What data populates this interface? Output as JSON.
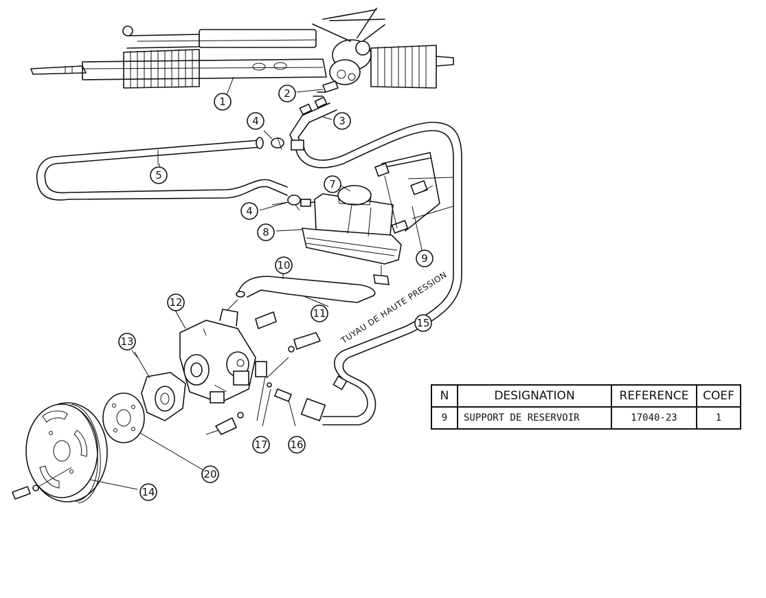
{
  "diagram": {
    "hose_label": "TUYAU DE HAUTE PRESSION",
    "callouts": [
      {
        "id": "c1",
        "label": "1"
      },
      {
        "id": "c2",
        "label": "2"
      },
      {
        "id": "c3",
        "label": "3"
      },
      {
        "id": "c4a",
        "label": "4"
      },
      {
        "id": "c4b",
        "label": "4"
      },
      {
        "id": "c5",
        "label": "5"
      },
      {
        "id": "c7",
        "label": "7"
      },
      {
        "id": "c8",
        "label": "8"
      },
      {
        "id": "c9",
        "label": "9"
      },
      {
        "id": "c10",
        "label": "10"
      },
      {
        "id": "c11",
        "label": "11"
      },
      {
        "id": "c12",
        "label": "12"
      },
      {
        "id": "c13",
        "label": "13"
      },
      {
        "id": "c14",
        "label": "14"
      },
      {
        "id": "c15",
        "label": "15"
      },
      {
        "id": "c16",
        "label": "16"
      },
      {
        "id": "c17",
        "label": "17"
      },
      {
        "id": "c20",
        "label": "20"
      }
    ]
  },
  "table": {
    "headers": {
      "n": "N",
      "designation": "DESIGNATION",
      "reference": "REFERENCE",
      "coef": "COEF"
    },
    "rows": [
      {
        "n": "9",
        "designation": "SUPPORT DE RESERVOIR",
        "reference": "17040-23",
        "coef": "1"
      }
    ]
  }
}
